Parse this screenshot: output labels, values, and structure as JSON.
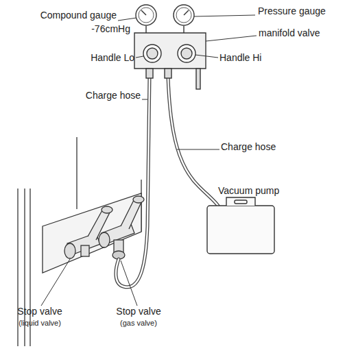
{
  "diagram": {
    "labels": [
      "Compound gauge",
      "-76cmHg",
      "Pressure gauge",
      "manifold valve",
      "Handle Lo",
      "Handle Hi",
      "Charge hose",
      "Charge hose",
      "Vacuum pump",
      "Stop valve",
      "(liquid valve)",
      "Stop valve",
      "(gas valve)"
    ]
  }
}
